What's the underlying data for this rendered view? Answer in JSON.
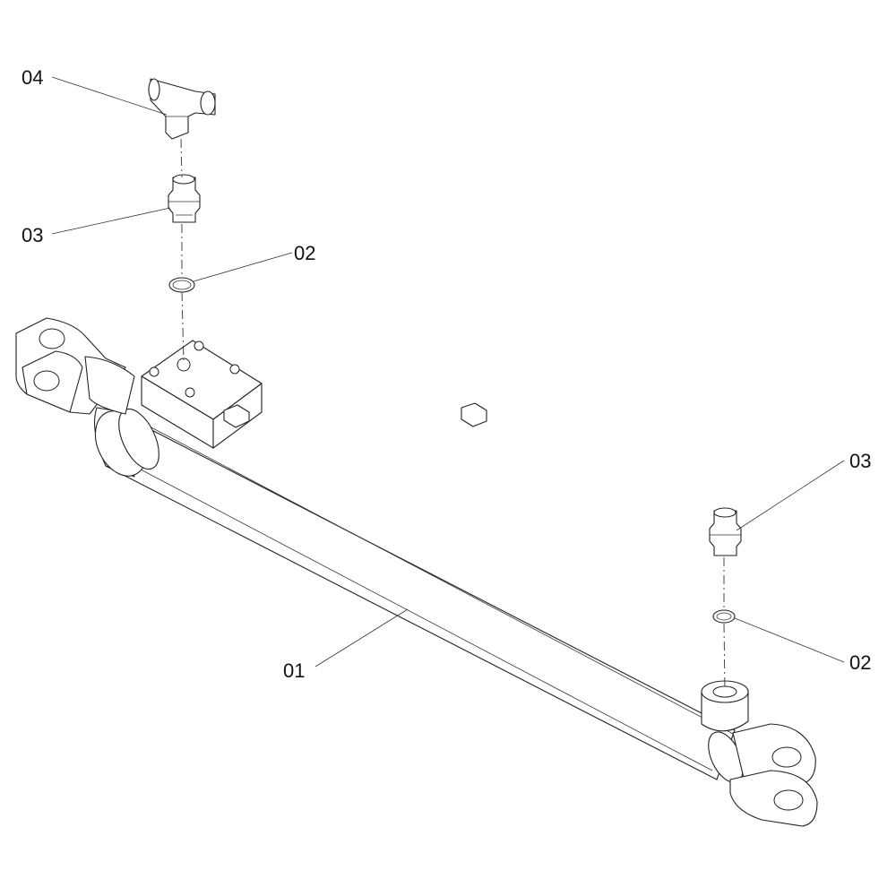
{
  "diagram": {
    "callouts": [
      {
        "id": "c04",
        "label": "04"
      },
      {
        "id": "c03a",
        "label": "03"
      },
      {
        "id": "c02a",
        "label": "02"
      },
      {
        "id": "c03b",
        "label": "03"
      },
      {
        "id": "c02b",
        "label": "02"
      },
      {
        "id": "c01",
        "label": "01"
      }
    ]
  }
}
